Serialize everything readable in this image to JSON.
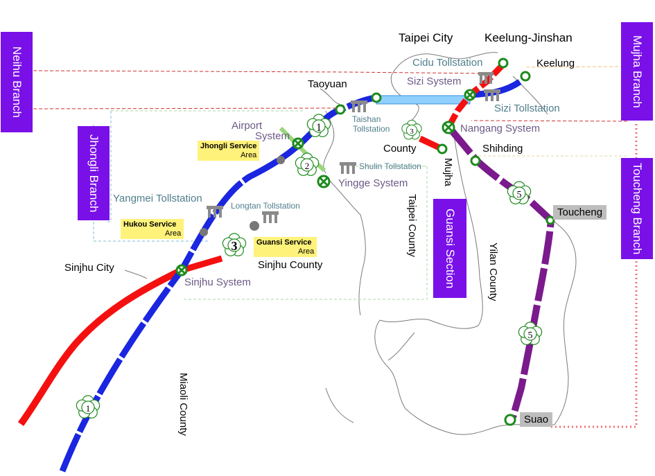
{
  "labels": {
    "taipei_city": "Taipei City",
    "keelung_jinshan": "Keelung-Jinshan",
    "keelung": "Keelung",
    "cidu_tollstation": "Cidu Tollstation",
    "sizi_system": "Sizi System",
    "sizi_tollstation": "Sizi  Tollstation",
    "taoyuan": "Taoyuan",
    "taishan_tollstation_1": "Taishan",
    "taishan_tollstation_2": "Tollstation",
    "airport_system_1": "Airport",
    "airport_system_2": "System",
    "nangang_system": "Nangang System",
    "county": "County",
    "shihding": "Shihding",
    "mujha": "Mujha",
    "shulin_tollstation": "Shulin Tollstation",
    "yingge_system": "Yingge System",
    "yangmei_tollstation": "Yangmei Tollstation",
    "longtan_tollstation": "Longtan Tollstation",
    "taipei_county": "Taipei County",
    "yilan_county": "Yilan County",
    "sinjhu_county": "Sinjhu County",
    "sinjhu_city": "Sinjhu City",
    "sinjhu_system": "Sinjhu System",
    "miaoli_county": "Miaoli County"
  },
  "service_areas": {
    "jhongli_1": "Jhongli Service",
    "jhongli_2": "Area",
    "hukou_1": "Hukou Service",
    "hukou_2": "Area",
    "guansi_1": "Guansi Service",
    "guansi_2": "Area"
  },
  "branches": {
    "neihu": "Neihu Branch",
    "jhongli": "Jhongli Branch",
    "mujha": "Mujha Branch",
    "toucheng": "Toucheng Branch",
    "guansi": "Guansi Section"
  },
  "grey_labels": {
    "toucheng": "Toucheng",
    "suao": "Suao"
  },
  "route_markers": [
    "1",
    "1",
    "2",
    "3",
    "3",
    "5",
    "5"
  ],
  "colors": {
    "blue_route": "#1a26e0",
    "red_route": "#f51010",
    "purple_route": "#7a1a8c",
    "light_blue_route": "#7fc7ff",
    "branch_box": "#7a10e8",
    "node_green": "#1d8a1d",
    "service_yellow": "#fff27a",
    "dashed_red": "#d01a1a",
    "dotted_pink": "#f07070",
    "dashed_green": "#a7d8a7",
    "dashed_blue": "#7fbcd6"
  }
}
